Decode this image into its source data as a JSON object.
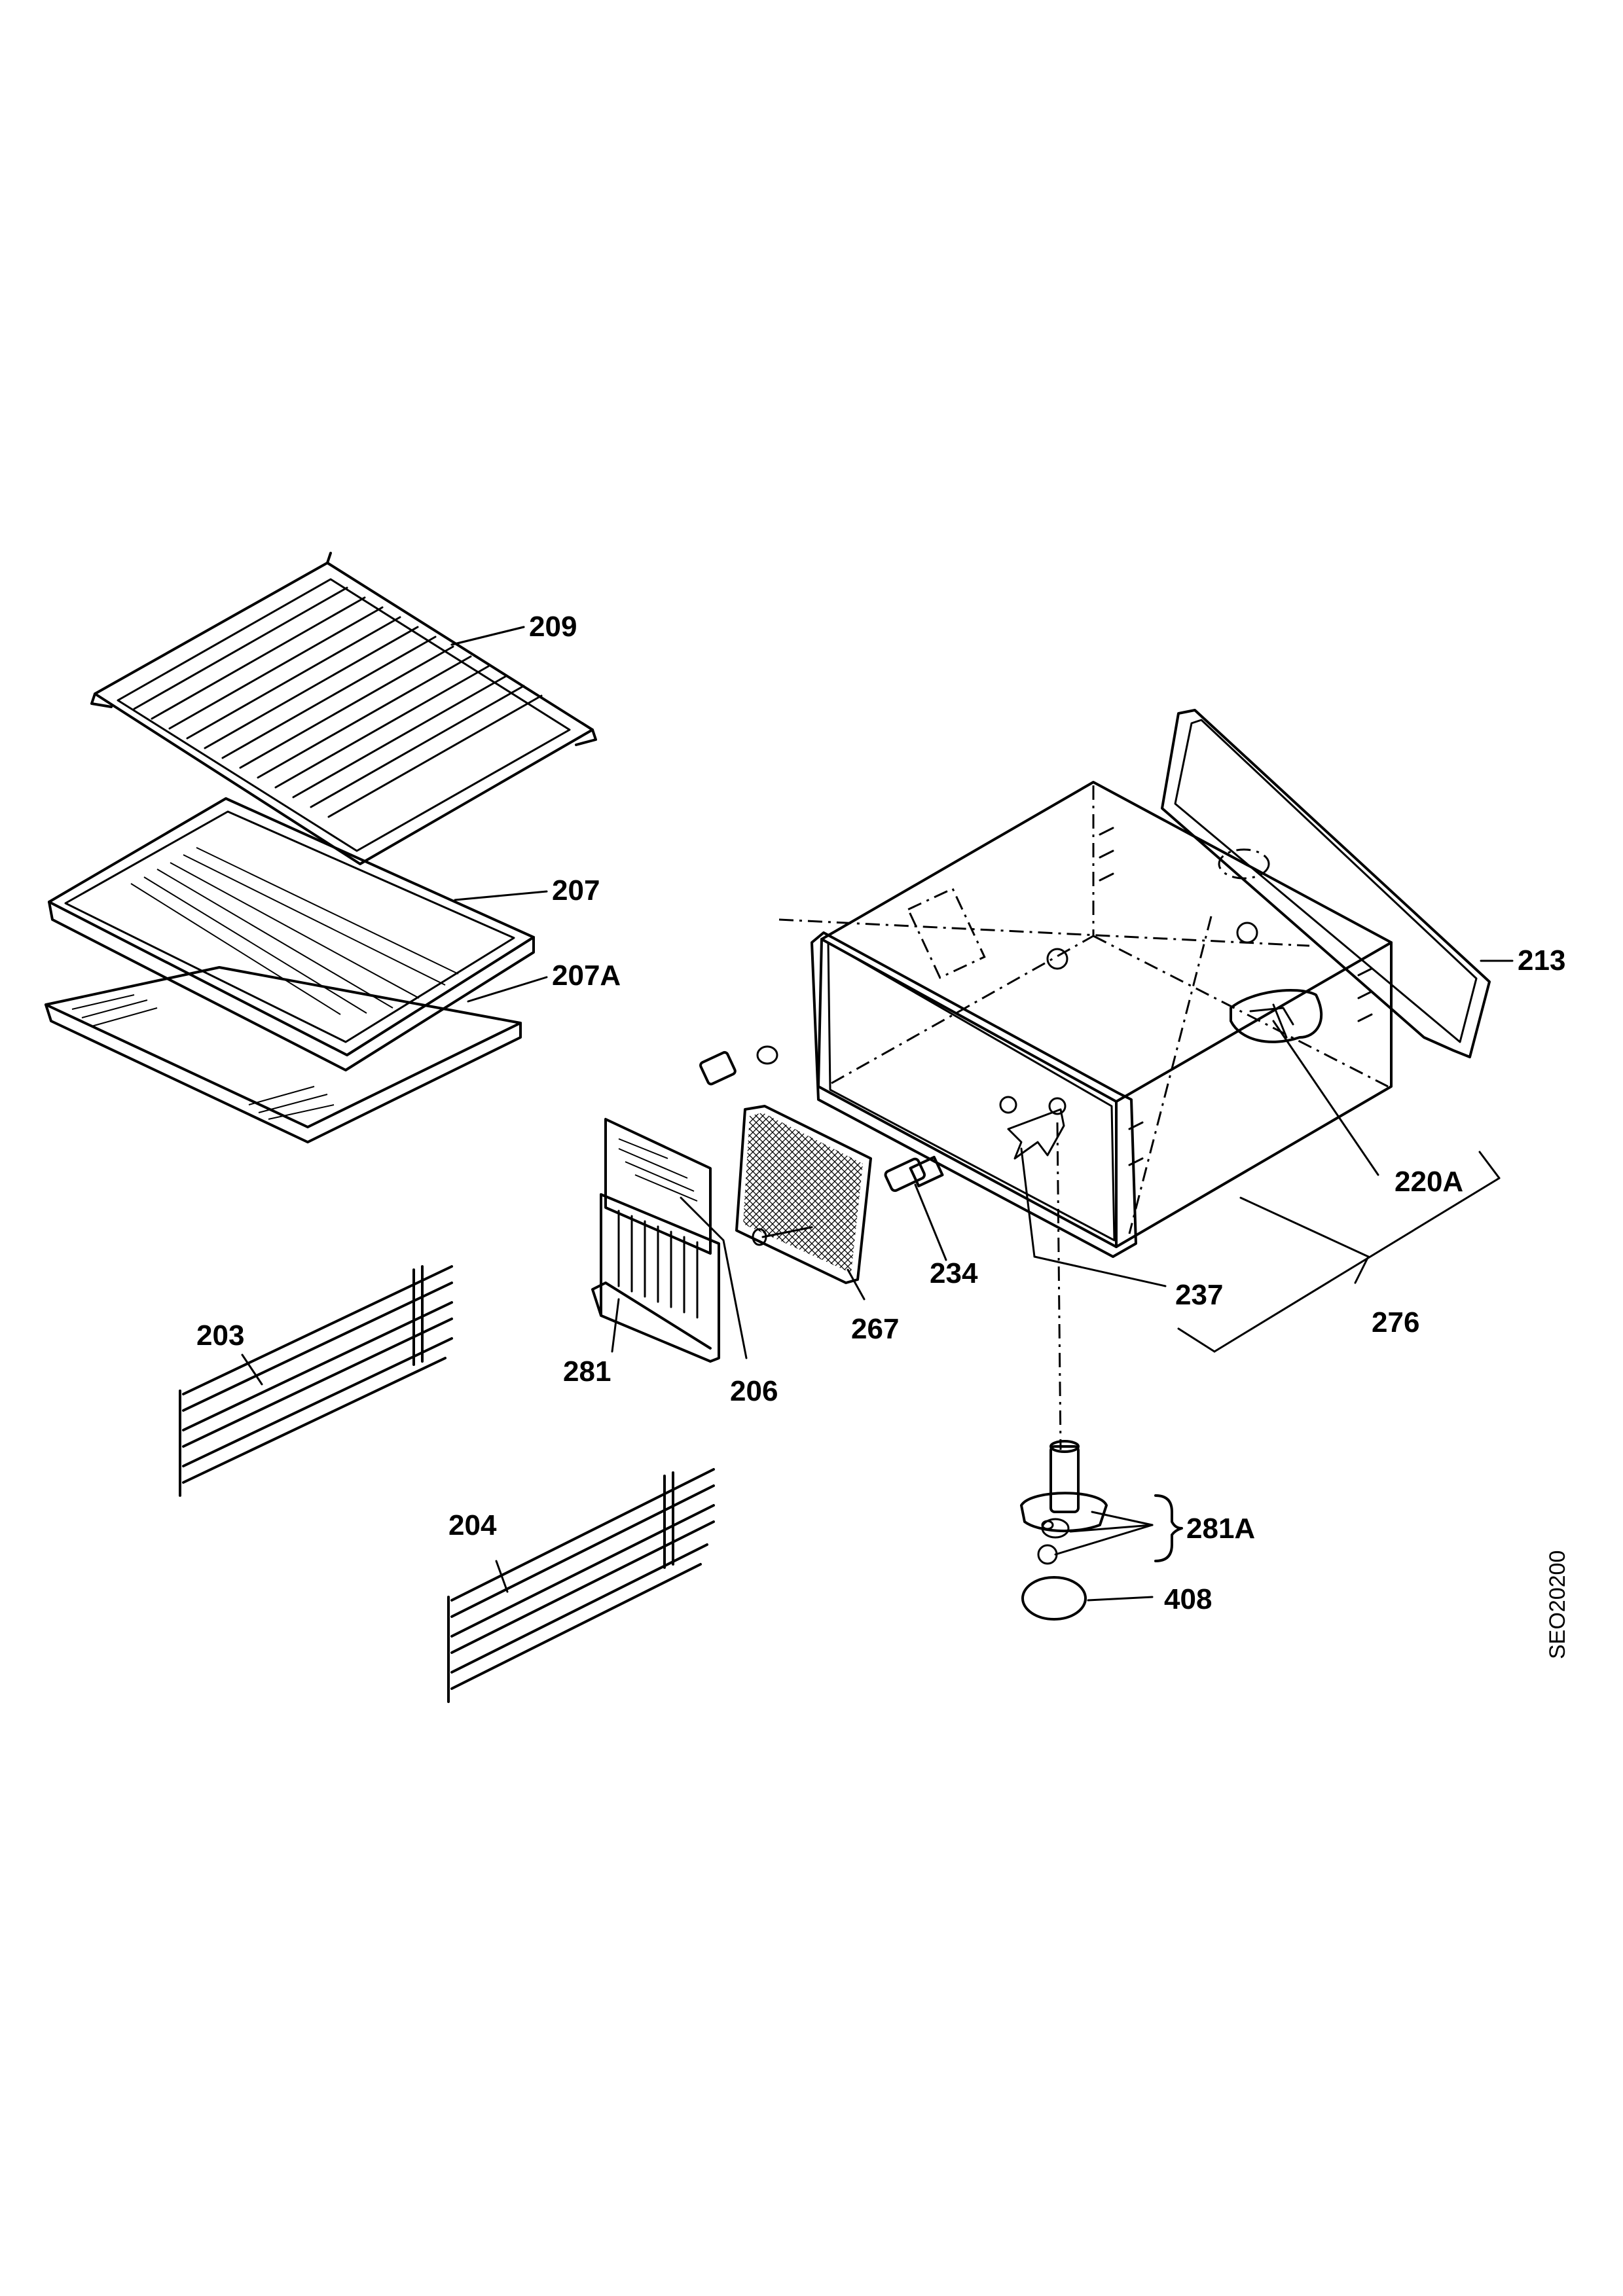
{
  "labels": {
    "p209": "209",
    "p207": "207",
    "p207a": "207A",
    "p213": "213",
    "p220a": "220A",
    "p234": "234",
    "p267": "267",
    "p237": "237",
    "p276": "276",
    "p203": "203",
    "p281": "281",
    "p206": "206",
    "p204": "204",
    "p281a": "281A",
    "p408": "408"
  },
  "drawing_code": "SEO20200"
}
